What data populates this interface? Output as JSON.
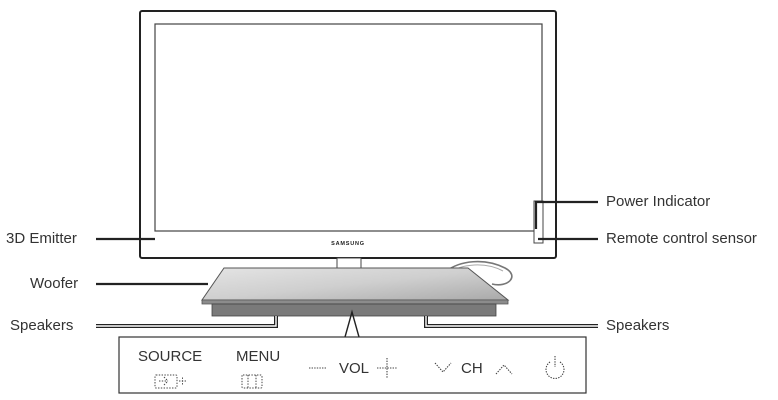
{
  "tv": {
    "brand": "SAMSUNG"
  },
  "callouts": {
    "emitter_3d": "3D Emitter",
    "woofer": "Woofer",
    "speakers_left": "Speakers",
    "speakers_right": "Speakers",
    "power_indicator": "Power Indicator",
    "remote_sensor": "Remote control sensor"
  },
  "controls": {
    "source": "SOURCE",
    "menu": "MENU",
    "vol": "VOL",
    "ch": "CH"
  },
  "icons": [
    "source-icon",
    "menu-icon",
    "vol-minus-icon",
    "vol-plus-icon",
    "ch-down-icon",
    "ch-up-icon",
    "power-icon"
  ]
}
